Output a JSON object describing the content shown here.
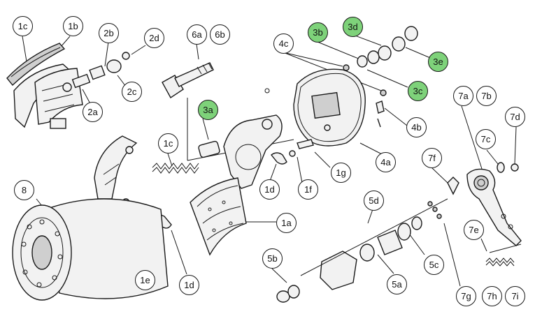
{
  "colors": {
    "highlight": "#7ed27a",
    "line": "#1a1a1a",
    "background": "#ffffff"
  },
  "callouts": {
    "c1c_top": "1c",
    "c1b": "1b",
    "c2b": "2b",
    "c2d": "2d",
    "c6a": "6a",
    "c6b": "6b",
    "c4c": "4c",
    "c3b": "3b",
    "c3d": "3d",
    "c3e": "3e",
    "c3c": "3c",
    "c2a": "2a",
    "c2c": "2c",
    "c3a": "3a",
    "c4b": "4b",
    "c7a": "7a",
    "c7b": "7b",
    "c7d": "7d",
    "c7c": "7c",
    "c1c_mid": "1c",
    "c4a": "4a",
    "c7f": "7f",
    "c1g": "1g",
    "c1d_mid": "1d",
    "c1f": "1f",
    "c8": "8",
    "c5d": "5d",
    "c1a": "1a",
    "c7e": "7e",
    "c5b": "5b",
    "c5c": "5c",
    "c1e": "1e",
    "c1d_bot": "1d",
    "c5a": "5a",
    "c7g": "7g",
    "c7h": "7h",
    "c7i": "7i"
  }
}
